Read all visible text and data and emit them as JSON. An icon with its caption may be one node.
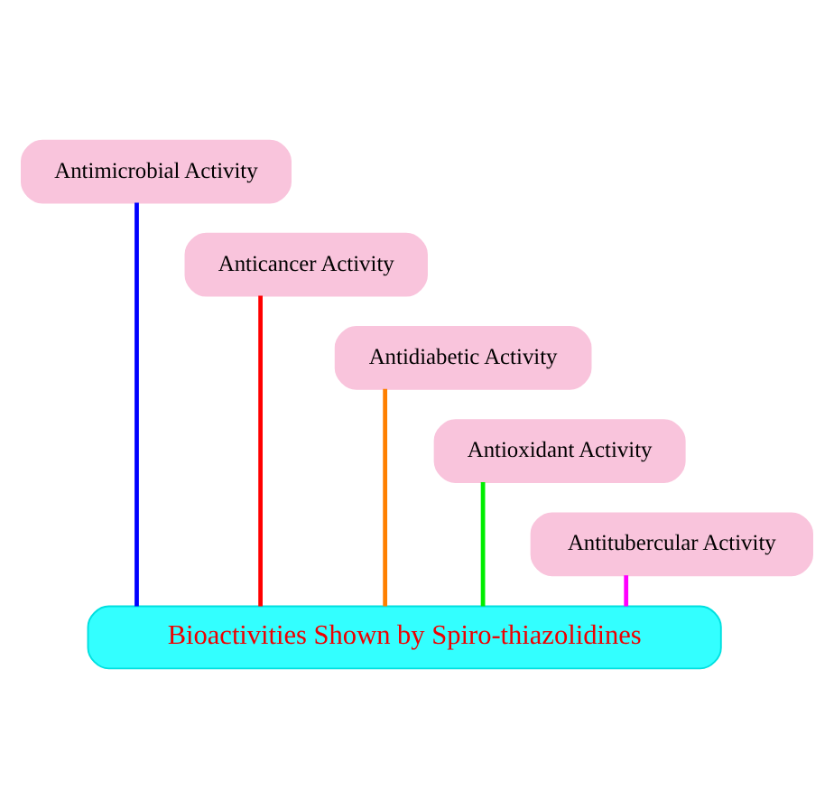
{
  "diagram": {
    "nodes": [
      {
        "text": [
          "Antimicrobial Activity"
        ]
      },
      {
        "text": [
          "Anticancer Activity"
        ]
      },
      {
        "text": [
          "Antidiabetic Activity"
        ]
      },
      {
        "text": [
          "Antioxidant Activity"
        ]
      },
      {
        "text": [
          "Antitubercular Activity"
        ]
      },
      {
        "text": [
          "Bioactivities Shown by Spiro-thiazolidines"
        ]
      }
    ],
    "edges": [
      {
        "from": 0,
        "to": 5,
        "arrow": "none",
        "color": "#0000ff"
      },
      {
        "from": 1,
        "to": 5,
        "arrow": "none",
        "color": "#ff0000"
      },
      {
        "from": 2,
        "to": 5,
        "arrow": "none",
        "color": "#ff8000"
      },
      {
        "from": 3,
        "to": 5,
        "arrow": "none",
        "color": "#00ee00"
      },
      {
        "from": 4,
        "to": 5,
        "arrow": "none",
        "color": "#ff00ff"
      }
    ]
  }
}
